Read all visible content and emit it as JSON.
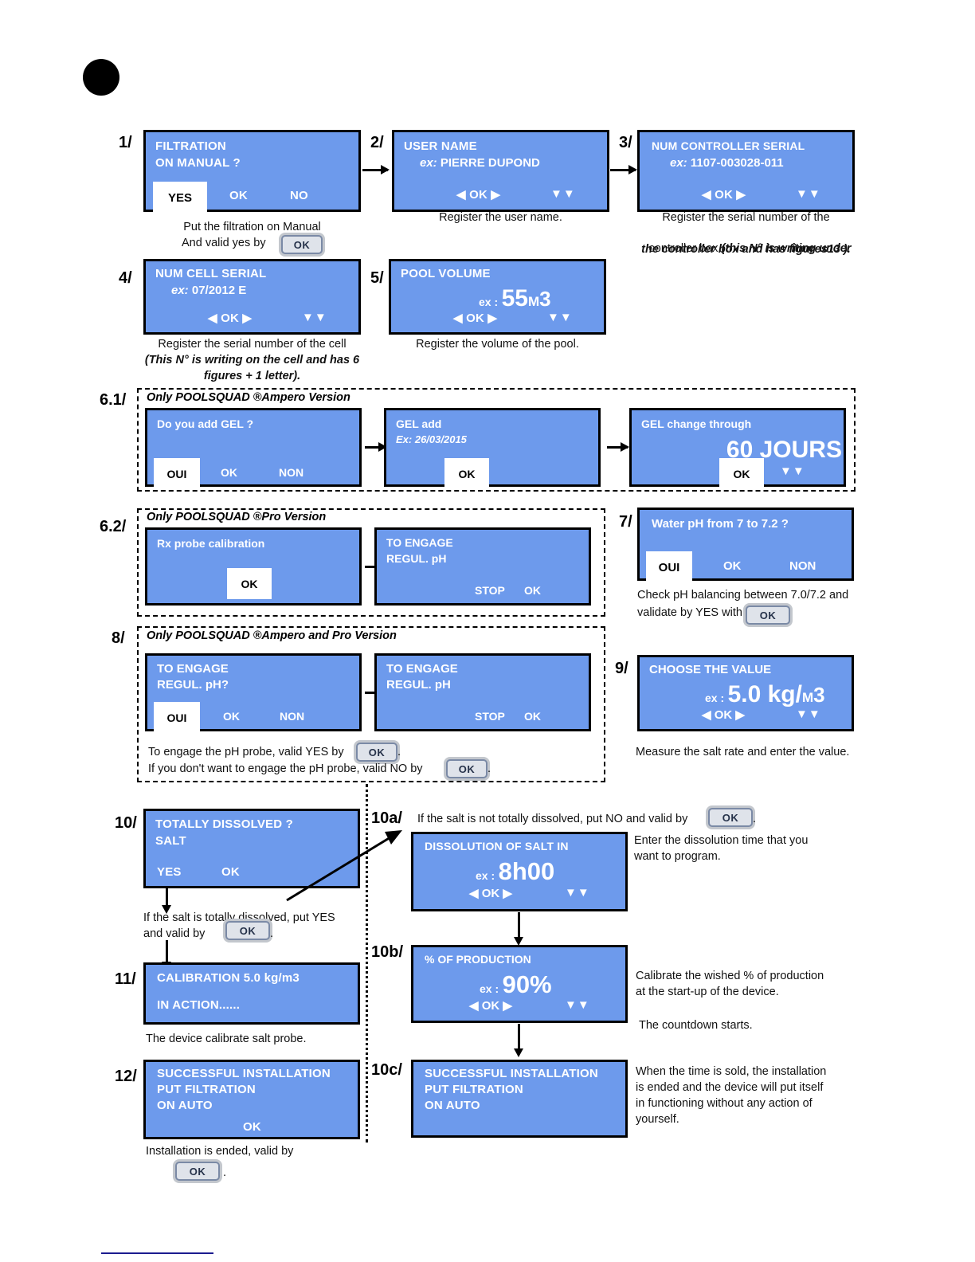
{
  "doc": {
    "bullet_icon": "black-dot",
    "bottom_rule_color": "#1b1b8f"
  },
  "steps": {
    "s1": {
      "number": "1/",
      "title": "FILTRATION",
      "line2": "ON MANUAL ?",
      "key_selected": "YES",
      "key_ok": "OK",
      "key_no": "NO",
      "caption1": "Put the filtration on Manual",
      "caption2": "And valid yes by",
      "ok_button": "OK"
    },
    "s2": {
      "number": "2/",
      "title": "USER NAME",
      "ex_label": "ex:",
      "ex_value": "PIERRE DUPOND",
      "nav": "◀ OK ▶",
      "nav2": "▼▼",
      "caption": "Register the user name."
    },
    "s3": {
      "number": "3/",
      "title": "NUM CONTROLLER SERIAL",
      "ex_label": "ex:",
      "ex_value": "1107-003028-011",
      "nav": "◀ OK ▶",
      "nav2": "▼▼",
      "caption": "Register the serial number of the",
      "caption_b": "controller box ",
      "caption_i": "(this N° is writing under",
      "caption_i2": "the controller box and has figures13 )."
    },
    "s4": {
      "number": "4/",
      "title": "NUM CELL SERIAL",
      "ex_label": "ex:",
      "ex_value": "07/2012 E",
      "nav": "◀ OK ▶",
      "nav2": "▼▼",
      "caption": "Register the serial number of the cell",
      "caption_i": "(This N° is writing on the cell and has 6",
      "caption_i2": "figures + 1 letter)."
    },
    "s5": {
      "number": "5/",
      "title": "POOL VOLUME",
      "ex_label": "ex :",
      "value": "55",
      "unit_small": "M",
      "unit_big": "3",
      "nav": "◀ OK ▶",
      "nav2": "▼▼",
      "caption": "Register the volume of the pool."
    },
    "s61": {
      "number": "6.1/",
      "group_label": "Only POOLSQUAD ®Ampero Version",
      "a_title": "Do you add GEL ?",
      "a_key_selected": "OUI",
      "a_key_ok": "OK",
      "a_key_non": "NON",
      "b_title": "GEL add",
      "b_ex": "Ex: 26/03/2015",
      "b_key_ok": "OK",
      "c_title": "GEL change through",
      "c_value": "60 JOURS",
      "c_key_ok": "OK",
      "c_nav2": "▼▼"
    },
    "s62": {
      "number": "6.2/",
      "group_label": "Only POOLSQUAD ®Pro Version",
      "a_title": "Rx probe calibration",
      "a_key_ok": "OK",
      "b_title": "TO ENGAGE",
      "b_line2": "REGUL. pH",
      "b_stop": "STOP",
      "b_ok": "OK"
    },
    "s7": {
      "number": "7/",
      "title": "Water pH  from 7 to 7.2 ?",
      "key_selected": "OUI",
      "key_ok": "OK",
      "key_non": "NON",
      "caption": "Check pH balancing  between 7.0/7.2 and",
      "caption2": "validate by YES with",
      "ok_button": "OK"
    },
    "s8": {
      "number": "8/",
      "group_label": "Only POOLSQUAD ®Ampero and Pro Version",
      "a_title": "TO ENGAGE",
      "a_line2": "REGUL. pH?",
      "a_key_selected": "OUI",
      "a_key_ok": "OK",
      "a_key_non": "NON",
      "b_title": "TO ENGAGE",
      "b_line2": "REGUL. pH",
      "b_stop": "STOP",
      "b_ok": "OK",
      "caption1": "To engage the pH probe, valid YES by",
      "caption1_end": ".",
      "caption2": "If you don't want to engage the pH probe, valid NO by",
      "caption2_end": ".",
      "ok_button1": "OK",
      "ok_button2": "OK"
    },
    "s9": {
      "number": "9/",
      "title": "CHOOSE THE VALUE",
      "ex_label": "ex :",
      "value": "5.0 kg/",
      "unit_small": "M",
      "unit_big": "3",
      "nav": "◀ OK ▶",
      "nav2": "▼▼",
      "caption": "Measure the salt rate and enter the value."
    },
    "s10": {
      "number": "10/",
      "title": "TOTALLY DISSOLVED ?",
      "line2": "SALT",
      "key_yes": "YES",
      "key_ok": "OK",
      "caption1": "If the salt is totally dissolved, put YES",
      "caption2": "and valid by",
      "caption2_end": ".",
      "ok_button": "OK"
    },
    "s10a": {
      "number": "10a/",
      "lead": "If the salt is not totally dissolved, put NO and valid by",
      "lead_end": ".",
      "ok_button": "OK",
      "title": "DISSOLUTION OF SALT IN",
      "ex_label": "ex :",
      "value": "8h00",
      "nav": "◀ OK ▶",
      "nav2": "▼▼",
      "caption1": "Enter the dissolution time that you",
      "caption2": "want to program."
    },
    "s10b": {
      "number": "10b/",
      "title": "% OF PRODUCTION",
      "ex_label": "ex :",
      "value": "90%",
      "nav": "◀ OK ▶",
      "nav2": "▼▼",
      "caption1": "Calibrate the wished % of production",
      "caption2": "at the start-up of the device.",
      "caption3": "The countdown starts."
    },
    "s10c": {
      "number": "10c/",
      "l1": "SUCCESSFUL INSTALLATION",
      "l2": "PUT FILTRATION",
      "l3": "ON AUTO",
      "caption1": "When the time is sold, the installation",
      "caption2": "is ended and the device will put itself",
      "caption3": "in functioning without any action of",
      "caption4": "yourself."
    },
    "s11": {
      "number": "11/",
      "l1": "CALIBRATION 5.0 kg/m3",
      "l2": "IN ACTION......",
      "caption": "The device calibrate salt probe."
    },
    "s12": {
      "number": "12/",
      "l1": "SUCCESSFUL INSTALLATION",
      "l2": "PUT FILTRATION",
      "l3": "ON AUTO",
      "key_ok": "OK",
      "caption": "Installation is ended, valid by",
      "caption_end": ".",
      "ok_button": "OK"
    }
  }
}
